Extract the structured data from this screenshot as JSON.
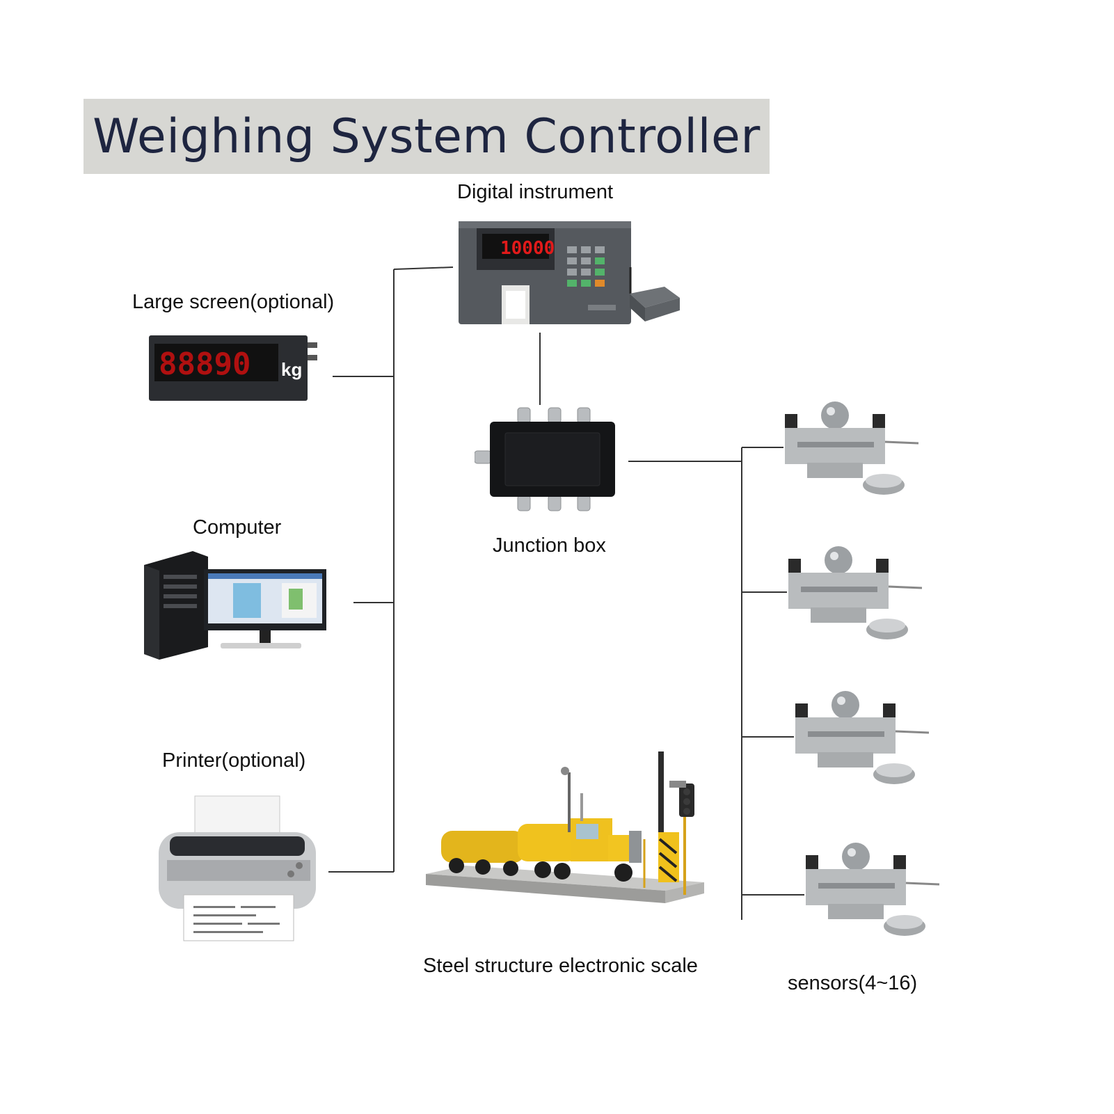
{
  "title": "Weighing System Controller",
  "labels": {
    "digital_instrument": "Digital instrument",
    "large_screen": "Large screen(optional)",
    "computer": "Computer",
    "printer": "Printer(optional)",
    "junction_box": "Junction box",
    "scale": "Steel structure electronic scale",
    "sensors": "sensors(4~16)"
  },
  "displays": {
    "instrument_reading": "10000",
    "large_screen_reading": "88890",
    "large_screen_unit": "kg"
  },
  "colors": {
    "title_band": "#d7d7d3",
    "title_text": "#1e2540",
    "wire": "#333333",
    "led": "#e21a1a"
  }
}
